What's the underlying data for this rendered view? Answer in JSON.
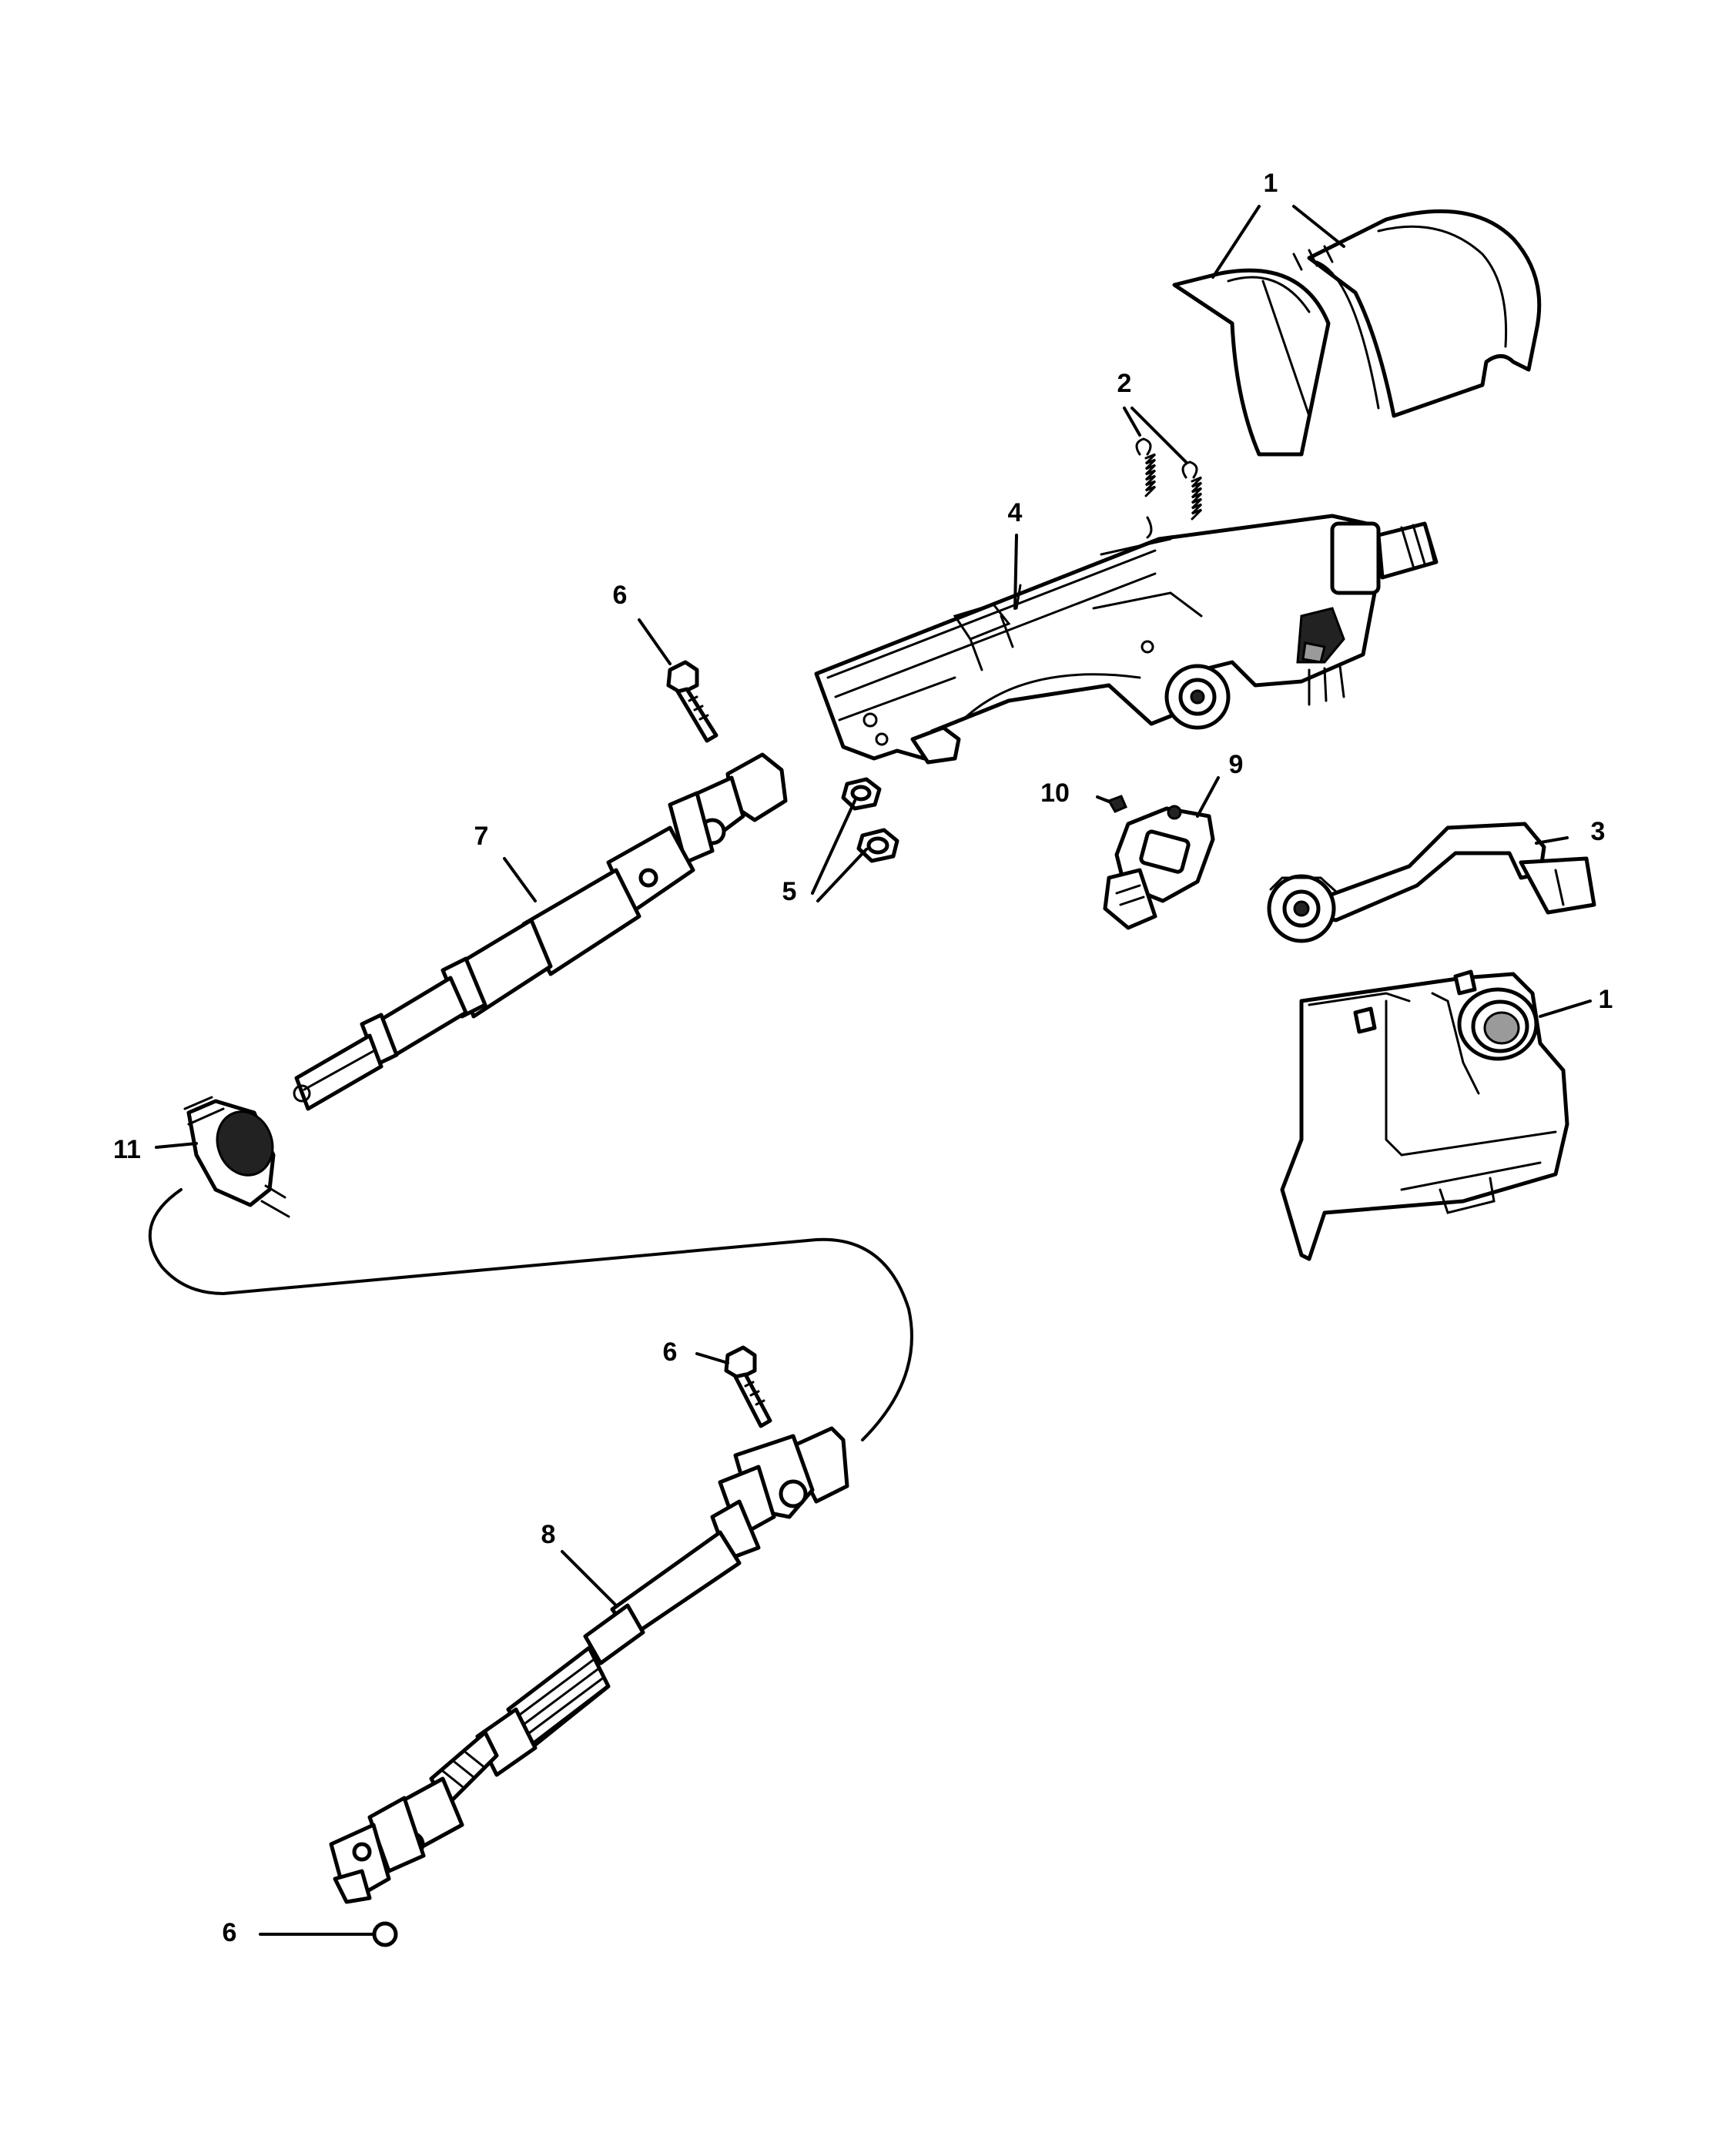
{
  "callouts": {
    "c1a": "1",
    "c1b": "1",
    "c2": "2",
    "c3": "3",
    "c4": "4",
    "c5": "5",
    "c6a": "6",
    "c6b": "6",
    "c6c": "6",
    "c7": "7",
    "c8": "8",
    "c9": "9",
    "c10": "10",
    "c11": "11"
  }
}
